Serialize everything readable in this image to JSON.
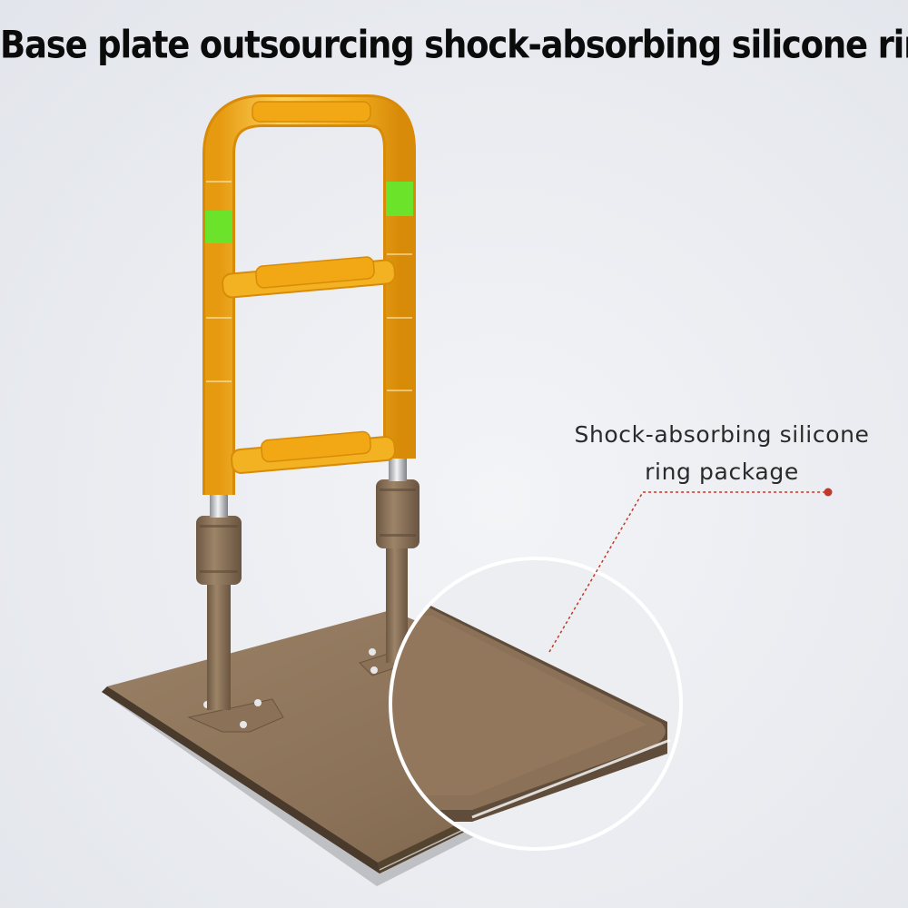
{
  "headline": "Base plate outsourcing shock-absorbing silicone ring",
  "callout": {
    "line1": "Shock-absorbing silicone",
    "line2": "ring package"
  },
  "colors": {
    "handle_yellow": "#f3b222",
    "grip_yellow": "#f2a814",
    "marker_green": "#6be32a",
    "base_brown": "#8b7355",
    "leader_red": "#c0392b"
  }
}
